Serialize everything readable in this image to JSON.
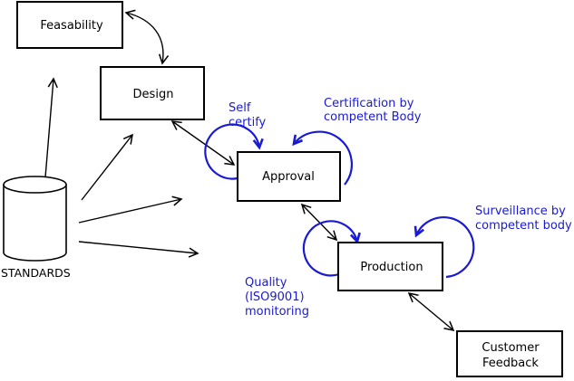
{
  "nodes": {
    "feasability": {
      "label": "Feasability"
    },
    "design": {
      "label": "Design"
    },
    "approval": {
      "label": "Approval"
    },
    "production": {
      "label": "Production"
    },
    "customer_feedback": {
      "lines": [
        "Customer",
        "Feedback"
      ]
    },
    "standards": {
      "label": "STANDARDS"
    }
  },
  "annotations": {
    "self_certify": {
      "lines": [
        "Self",
        "certify"
      ]
    },
    "certification": {
      "lines": [
        "Certification by",
        "competent Body"
      ]
    },
    "surveillance": {
      "lines": [
        "Surveillance by",
        "competent body"
      ]
    },
    "quality": {
      "lines": [
        "Quality",
        "(ISO9001)",
        "monitoring"
      ]
    }
  },
  "colors": {
    "ink": "#000000",
    "annotation": "#1a1ad2",
    "background": "#ffffff"
  }
}
